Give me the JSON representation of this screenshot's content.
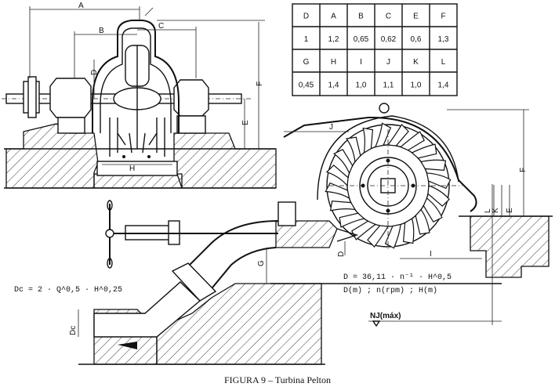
{
  "caption": "FIGURA 9 – Turbina Pelton",
  "table": {
    "rows": [
      [
        "D",
        "A",
        "B",
        "C",
        "E",
        "F"
      ],
      [
        "1",
        "1,2",
        "0,65",
        "0,62",
        "0,6",
        "1,3"
      ],
      [
        "G",
        "H",
        "I",
        "J",
        "K",
        "L"
      ],
      [
        "0,45",
        "1,4",
        "1,0",
        "1,1",
        "1,0",
        "1,4"
      ]
    ]
  },
  "dims": {
    "A": "A",
    "B": "B",
    "C": "C",
    "D": "D",
    "E": "E",
    "F": "F",
    "H": "H",
    "J": "J",
    "G": "G",
    "I": "I",
    "K": "K",
    "L": "L",
    "Dc": "Dc",
    "Dcol": "D",
    "E2": "E",
    "F2": "F"
  },
  "formulas": {
    "dc": "Dc = 2 · Q^0,5 · H^0,25",
    "d_line1": "D = 36,11 · n⁻¹ · H^0,5",
    "d_line2": "D(m) ; n(rpm) ; H(m)"
  },
  "level": "NJ(máx)"
}
